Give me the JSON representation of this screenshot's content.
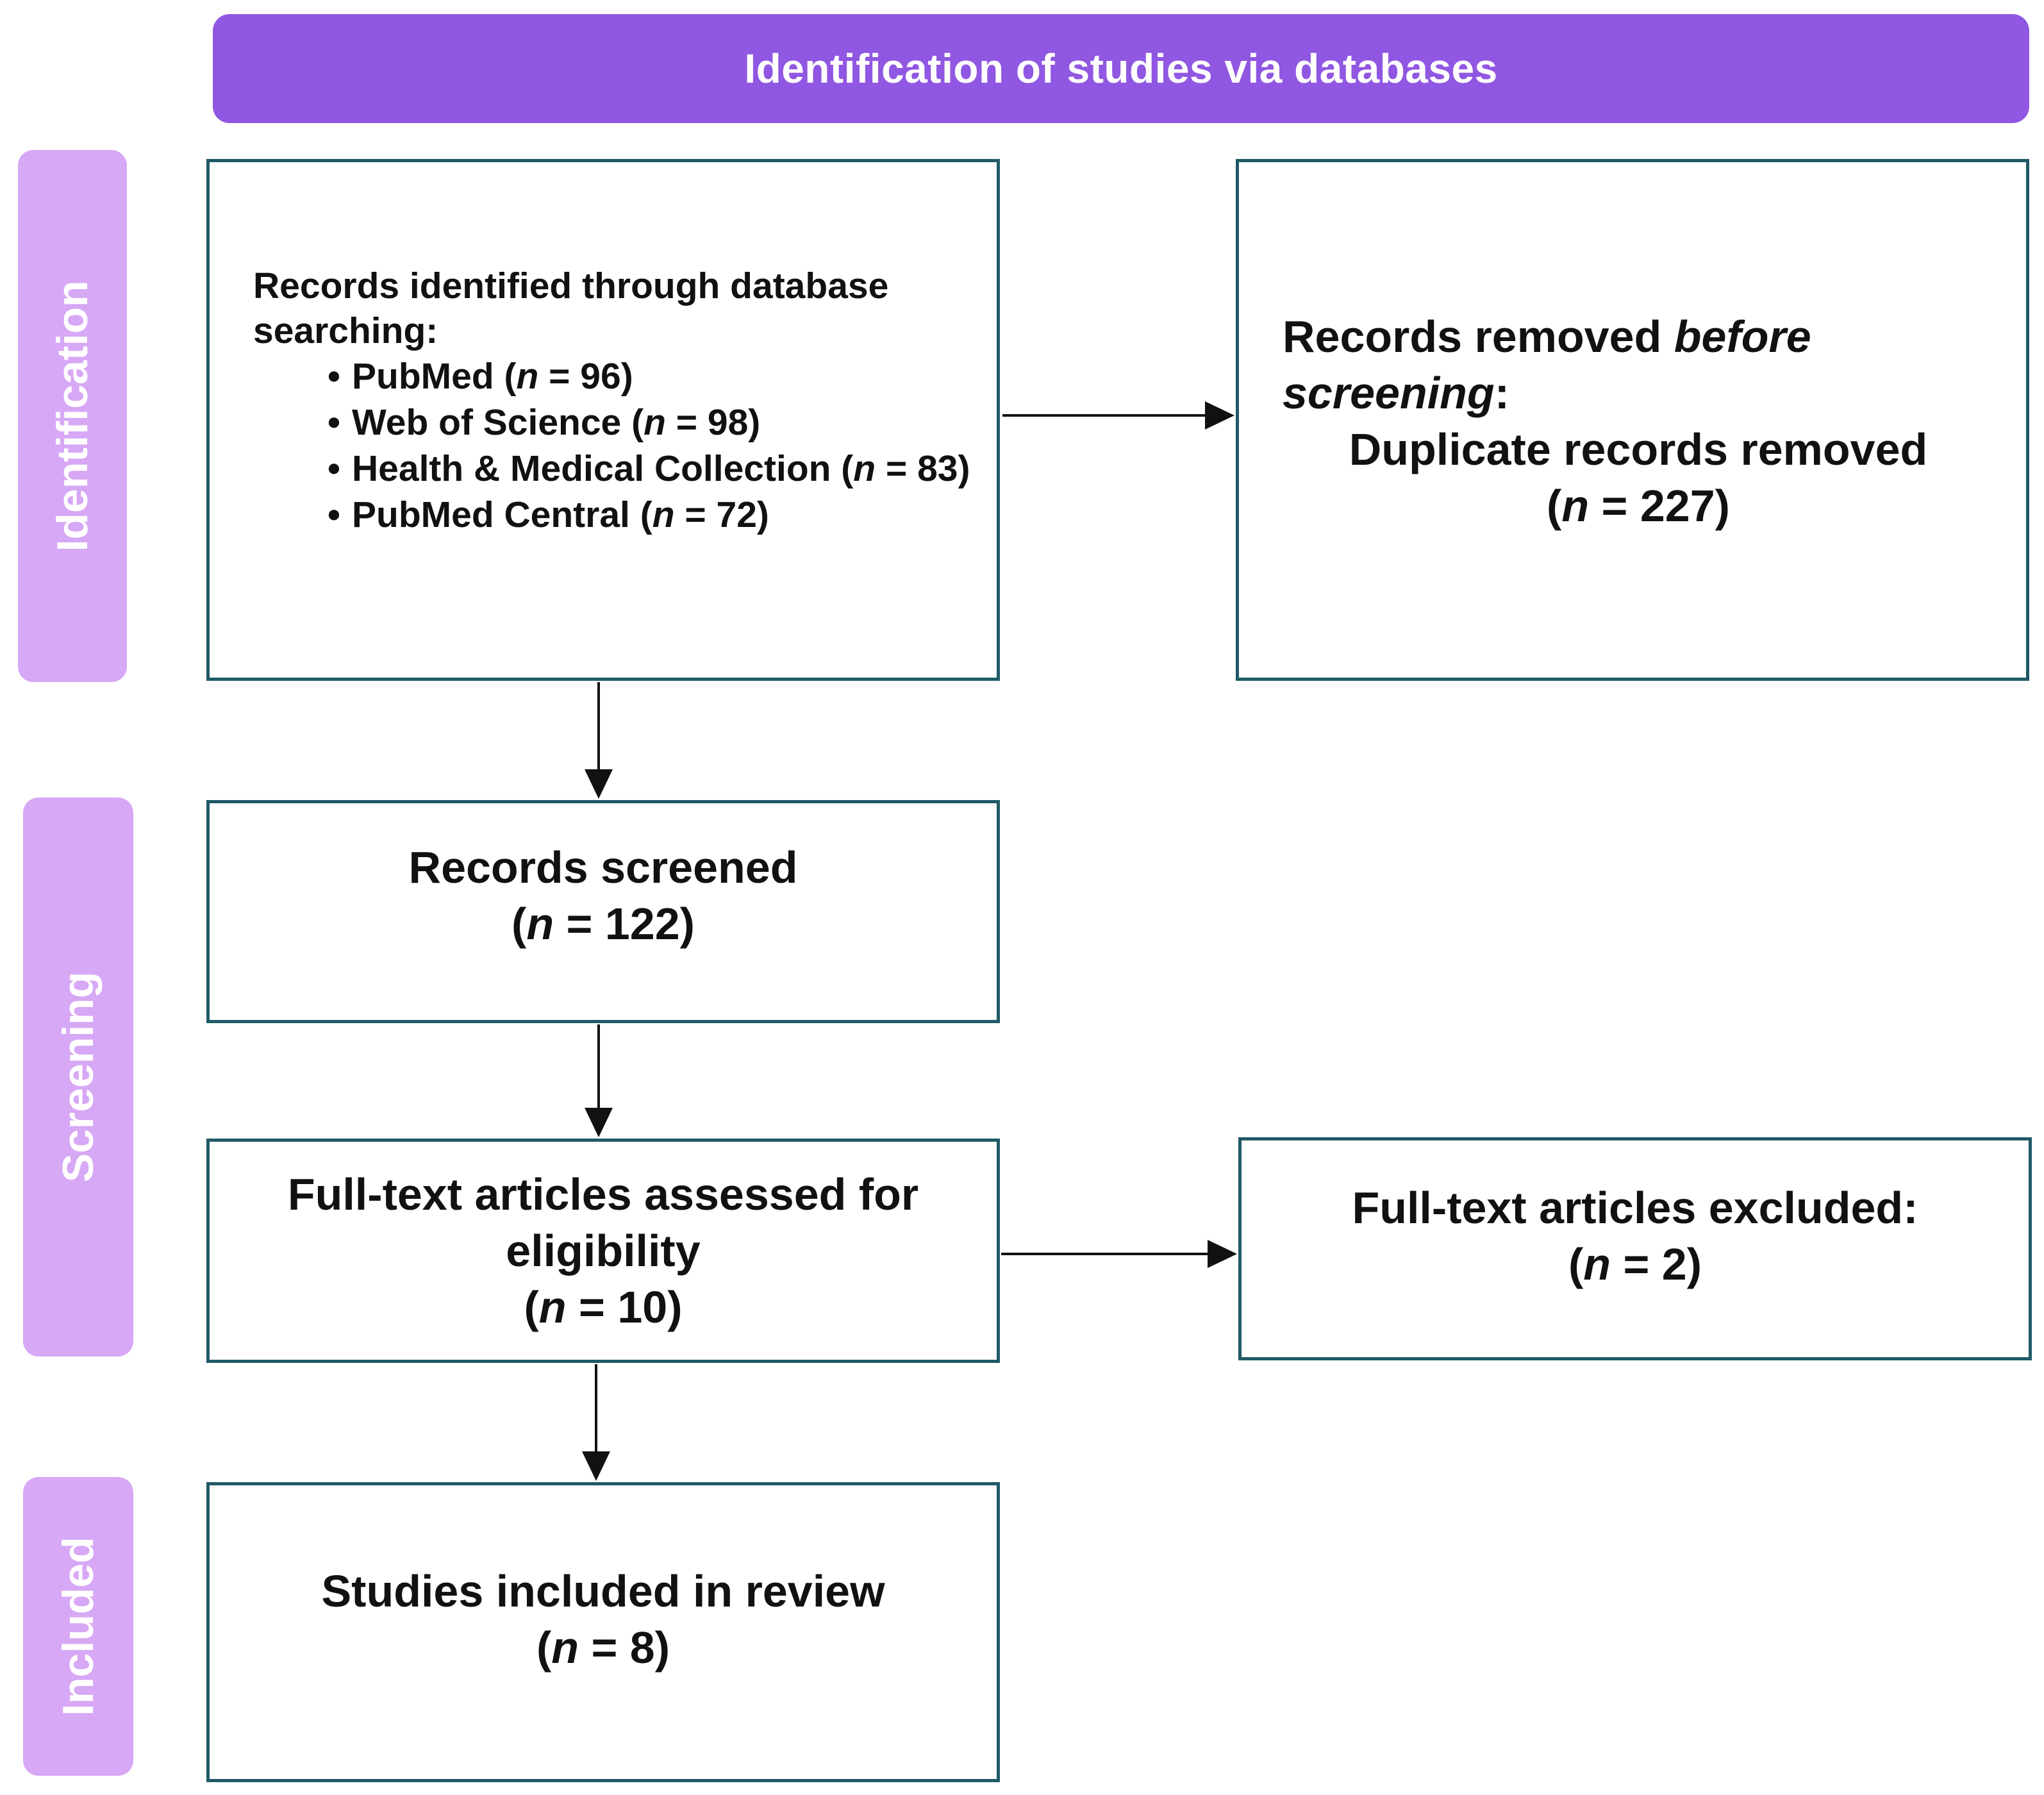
{
  "header": {
    "title": "Identification of studies via databases"
  },
  "phases": {
    "identification": "Identification",
    "screening": "Screening",
    "included": "Included"
  },
  "identified": {
    "intro": "Records identified through database searching:",
    "sources": [
      {
        "name": "PubMed",
        "n_label": "n",
        "count": "96"
      },
      {
        "name": "Web of Science",
        "n_label": "n",
        "count": "98"
      },
      {
        "name": "Health & Medical Collection",
        "n_label": "n",
        "count": "83"
      },
      {
        "name": "PubMed Central",
        "n_label": "n",
        "count": "72"
      }
    ]
  },
  "removed": {
    "prefix": "Records removed ",
    "emphasis": "before screening",
    "colon": ":",
    "label": "Duplicate records removed",
    "n_label": "n",
    "count": "227"
  },
  "screened": {
    "label": "Records screened",
    "n_label": "n",
    "count": "122"
  },
  "assessed": {
    "label": "Full-text articles assessed for eligibility",
    "n_label": "n",
    "count": "10"
  },
  "excluded": {
    "label": "Full-text articles excluded:",
    "n_label": "n",
    "count": "2"
  },
  "included": {
    "label": "Studies included in review",
    "n_label": "n",
    "count": "8"
  },
  "colors": {
    "header": "#9057e2",
    "phase": "#d7a8f5",
    "box_border": "#1f5a66",
    "arrow": "#111111"
  }
}
